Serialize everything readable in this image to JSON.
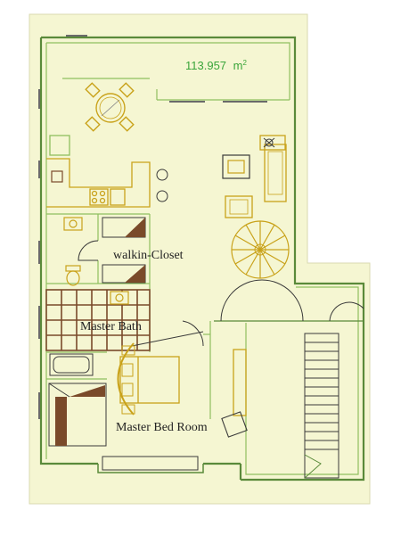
{
  "plan": {
    "area_value": "113.957",
    "area_unit": "m",
    "area_exponent": "2",
    "rooms": {
      "walkin_closet": "walkin-Closet",
      "master_bath": "Master Bath",
      "master_bedroom": "Master Bed Room"
    }
  },
  "colors": {
    "paper": "#f5f6d2",
    "card_shadow": "#d9dab0",
    "wall": "#5a8a3a",
    "wall_light": "#8fbf5f",
    "furniture": "#c9a21a",
    "dark_line": "#3a3a3a",
    "tile": "#7a4a2a",
    "area_text": "#3aa53a"
  }
}
